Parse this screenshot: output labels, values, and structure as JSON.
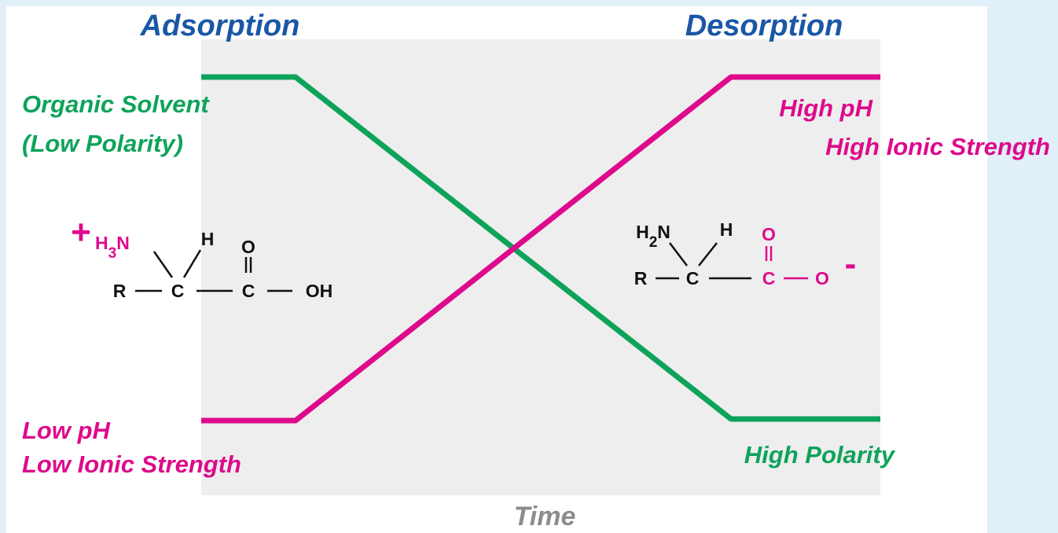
{
  "colors": {
    "background": "#e1f0f8",
    "panel": "#ffffff",
    "plot_area": "#eeeeee",
    "title_blue": "#1a57a6",
    "green": "#0ea35a",
    "magenta": "#de0a8c",
    "gray_axis": "#8c8c8c",
    "black": "#111111"
  },
  "headings": {
    "adsorption": "Adsorption",
    "desorption": "Desorption"
  },
  "axis": {
    "time": "Time"
  },
  "labels": {
    "organic_solvent_line1": "Organic Solvent",
    "organic_solvent_line2": "(Low Polarity)",
    "high_polarity": "High Polarity",
    "low_ph_line1": "Low pH",
    "low_ph_line2": "Low Ionic Strength",
    "high_ph_line1": "High pH",
    "high_ph_line2": "High Ionic Strength"
  },
  "molecule_left": {
    "charge": "+",
    "amine": "H3N",
    "h": "H",
    "o_top": "O",
    "r": "R",
    "c_alpha": "C",
    "c_carbonyl": "C",
    "oh": "OH"
  },
  "molecule_right": {
    "amine": "H2N",
    "h": "H",
    "o_top": "O",
    "r": "R",
    "c_alpha": "C",
    "c_carbonyl": "C",
    "o_minus": "O",
    "charge": "-"
  }
}
